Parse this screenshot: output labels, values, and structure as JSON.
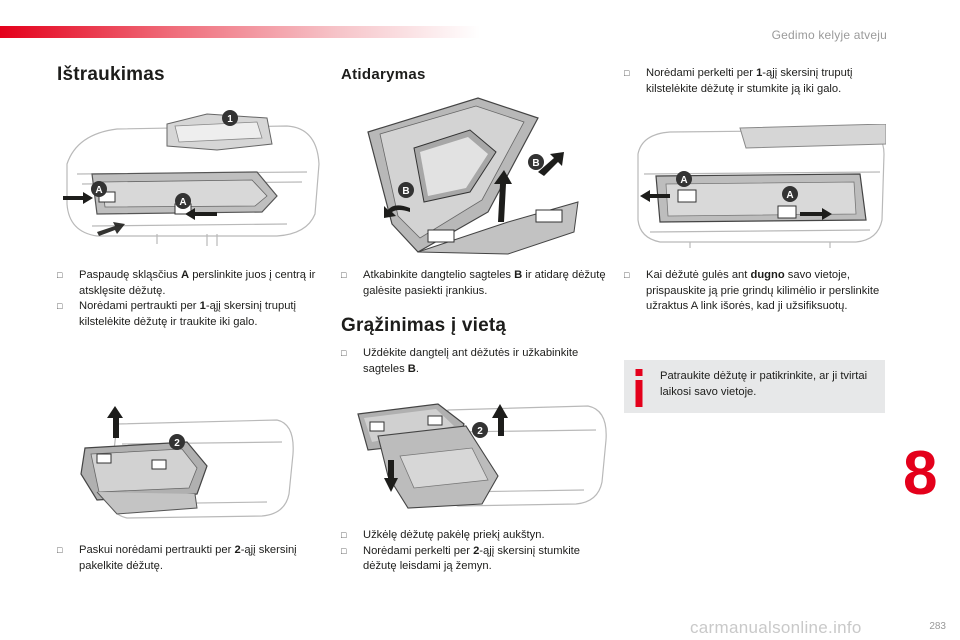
{
  "header": {
    "section": "Gedimo kelyje atveju"
  },
  "chapter_number": "8",
  "page_number": "283",
  "watermark": "carmanualsonline.info",
  "col1": {
    "title": "Ištraukimas",
    "step1": [
      {
        "marker": "",
        "pre": "Paspaudę skląsčius ",
        "bold": "A",
        "post": " perslinkite juos į centrą ir atsklęsite dėžutę."
      },
      {
        "marker": "",
        "pre": "Norėdami pertraukti per ",
        "bold": "1",
        "post": "-ąjį skersinį truputį kilstelėkite dėžutę ir traukite iki galo."
      }
    ],
    "step2": [
      {
        "marker": "",
        "pre": "Paskui norėdami pertraukti per ",
        "bold": "2",
        "post": "-ąjį skersinį pakelkite dėžutę."
      }
    ]
  },
  "col2": {
    "title_open": "Atidarymas",
    "open": [
      {
        "marker": "",
        "pre": "Atkabinkite dangtelio sagteles ",
        "bold": "B",
        "post": " ir atidarę dėžutę galėsite pasiekti įrankius."
      }
    ],
    "title_return": "Grąžinimas į vietą",
    "return1": [
      {
        "marker": "",
        "pre": "Uždėkite dangtelį ant dėžutės ir užkabinkite sagteles ",
        "bold": "B",
        "post": "."
      }
    ],
    "return2": [
      {
        "marker": "",
        "pre": "Užkėlę dėžutę pakėlę priekį aukštyn.",
        "bold": "",
        "post": ""
      },
      {
        "marker": "",
        "pre": "Norėdami perkelti per ",
        "bold": "2",
        "post": "-ąjį skersinį stumkite dėžutę leisdami ją žemyn."
      }
    ]
  },
  "col3": {
    "move1": [
      {
        "marker": "",
        "pre": "Norėdami perkelti per ",
        "bold": "1",
        "post": "-ąjį skersinį truputį kilstelėkite dėžutę ir stumkite ją iki galo."
      }
    ],
    "move2": [
      {
        "marker": "",
        "pre": "Kai dėžutė gulės ant ",
        "bold": "dugno",
        "post": " savo vietoje, prispauskite ją prie grindų kilimėlio ir perslinkite užraktus A link išorės, kad ji užsifiksuotų."
      }
    ],
    "info": "Patraukite dėžutę ir patikrinkite, ar ji tvirtai laikosi savo vietoje."
  },
  "figure_labels": {
    "one": "1",
    "two": "2",
    "a": "A",
    "b": "B"
  },
  "colors": {
    "accent": "#e4001b",
    "info_bg": "#e7e8e9",
    "text": "#1d1d1b"
  }
}
